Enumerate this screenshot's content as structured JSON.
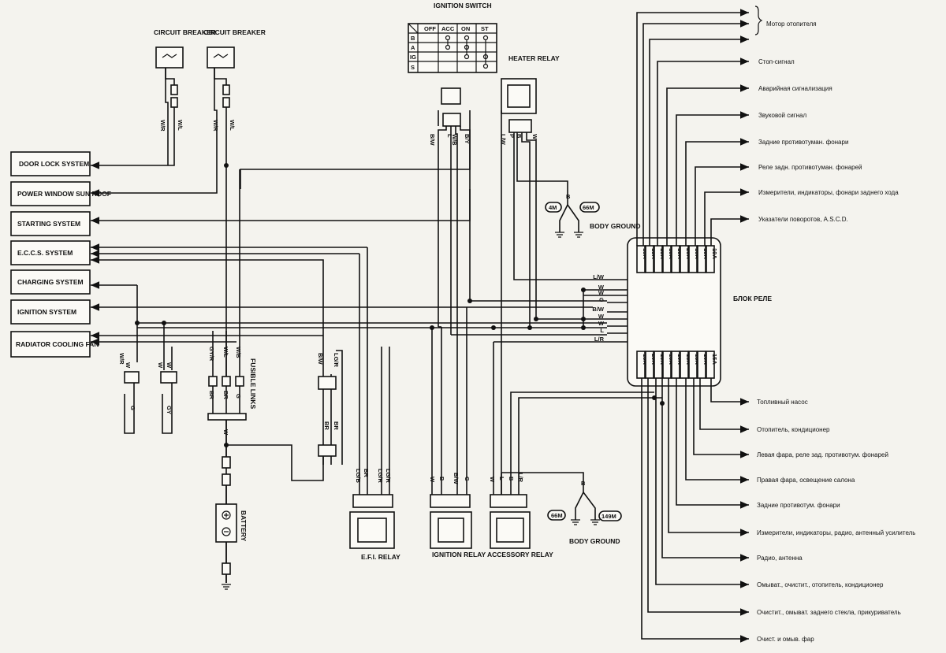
{
  "components": {
    "circuit_breaker_1": "CIRCUIT BREAKER",
    "circuit_breaker_2": "CIRCUIT BREAKER",
    "ignition_switch": "IGNITION SWITCH",
    "heater_relay": "HEATER RELAY",
    "body_ground_top": "BODY GROUND",
    "body_ground_bottom": "BODY GROUND",
    "efi_relay": "E.F.I. RELAY",
    "ignition_relay": "IGNITION RELAY",
    "accessory_relay": "ACCESSORY RELAY",
    "battery": "BATTERY",
    "fusible_links": "FUSIBLE LINKS",
    "relay_block": "БЛОК РЕЛЕ"
  },
  "switch_table": {
    "headers": [
      "OFF",
      "ACC",
      "ON",
      "ST"
    ],
    "rows": [
      "B",
      "A",
      "IG",
      "S"
    ]
  },
  "systems": [
    "DOOR LOCK SYSTEM",
    "POWER WINDOW SUN ROOF",
    "STARTING SYSTEM",
    "E.C.C.S. SYSTEM",
    "CHARGING SYSTEM",
    "IGNITION SYSTEM",
    "RADIATOR COOLING FAN"
  ],
  "ground_codes": [
    "4M",
    "66M",
    "66M",
    "149M"
  ],
  "fuses_top": [
    "15A",
    "15A",
    "10A",
    "10A",
    "10A",
    "20A",
    "10A",
    "10A",
    "10A"
  ],
  "fuses_bottom": [
    "15A",
    "20A",
    "10A",
    "10A",
    "10A",
    "15A",
    "15A",
    "10A",
    "15A"
  ],
  "bus_wires": [
    "L/W",
    "W",
    "W",
    "G",
    "B/W",
    "W",
    "W",
    "L",
    "L/R"
  ],
  "wire_labels": [
    "W/R",
    "W/L",
    "W/R",
    "W/L",
    "B/W",
    "L",
    "W/B",
    "B/Y",
    "L/W",
    "P",
    "B",
    "W",
    "B",
    "B",
    "GY/R",
    "W/L",
    "W/B",
    "BR",
    "BR",
    "G",
    "W",
    "W",
    "W/R",
    "G",
    "W",
    "W",
    "GY",
    "LG/R",
    "B/W",
    "BR",
    "BR",
    "LG/B",
    "BR",
    "LG/R",
    "LG/R",
    "W",
    "B",
    "B/W",
    "G",
    "W",
    "L",
    "B",
    "L/R",
    "B",
    "B"
  ],
  "outputs_top": [
    "Мотор отопителя",
    "Стоп-сигнал",
    "Аварийная сигнализация",
    "Звуковой сигнал",
    "Задние противотуман. фонари",
    "Реле задн. противотуман. фонарей",
    "Измерители, индикаторы, фонари заднего хода",
    "Указатели поворотов, A.S.C.D."
  ],
  "outputs_bottom": [
    "Топливный насос",
    "Отопитель, кондиционер",
    "Левая фара, реле зад. противотум. фонарей",
    "Правая фара, освещение салона",
    "Задние противотум. фонари",
    "Измерители, индикаторы, радио, антенный усилитель",
    "Радио, антенна",
    "Омыват., очистит., отопитель, кондиционер",
    "Очистит., омыват. заднего стекла, прикуриватель",
    "Очист. и омыв. фар"
  ]
}
